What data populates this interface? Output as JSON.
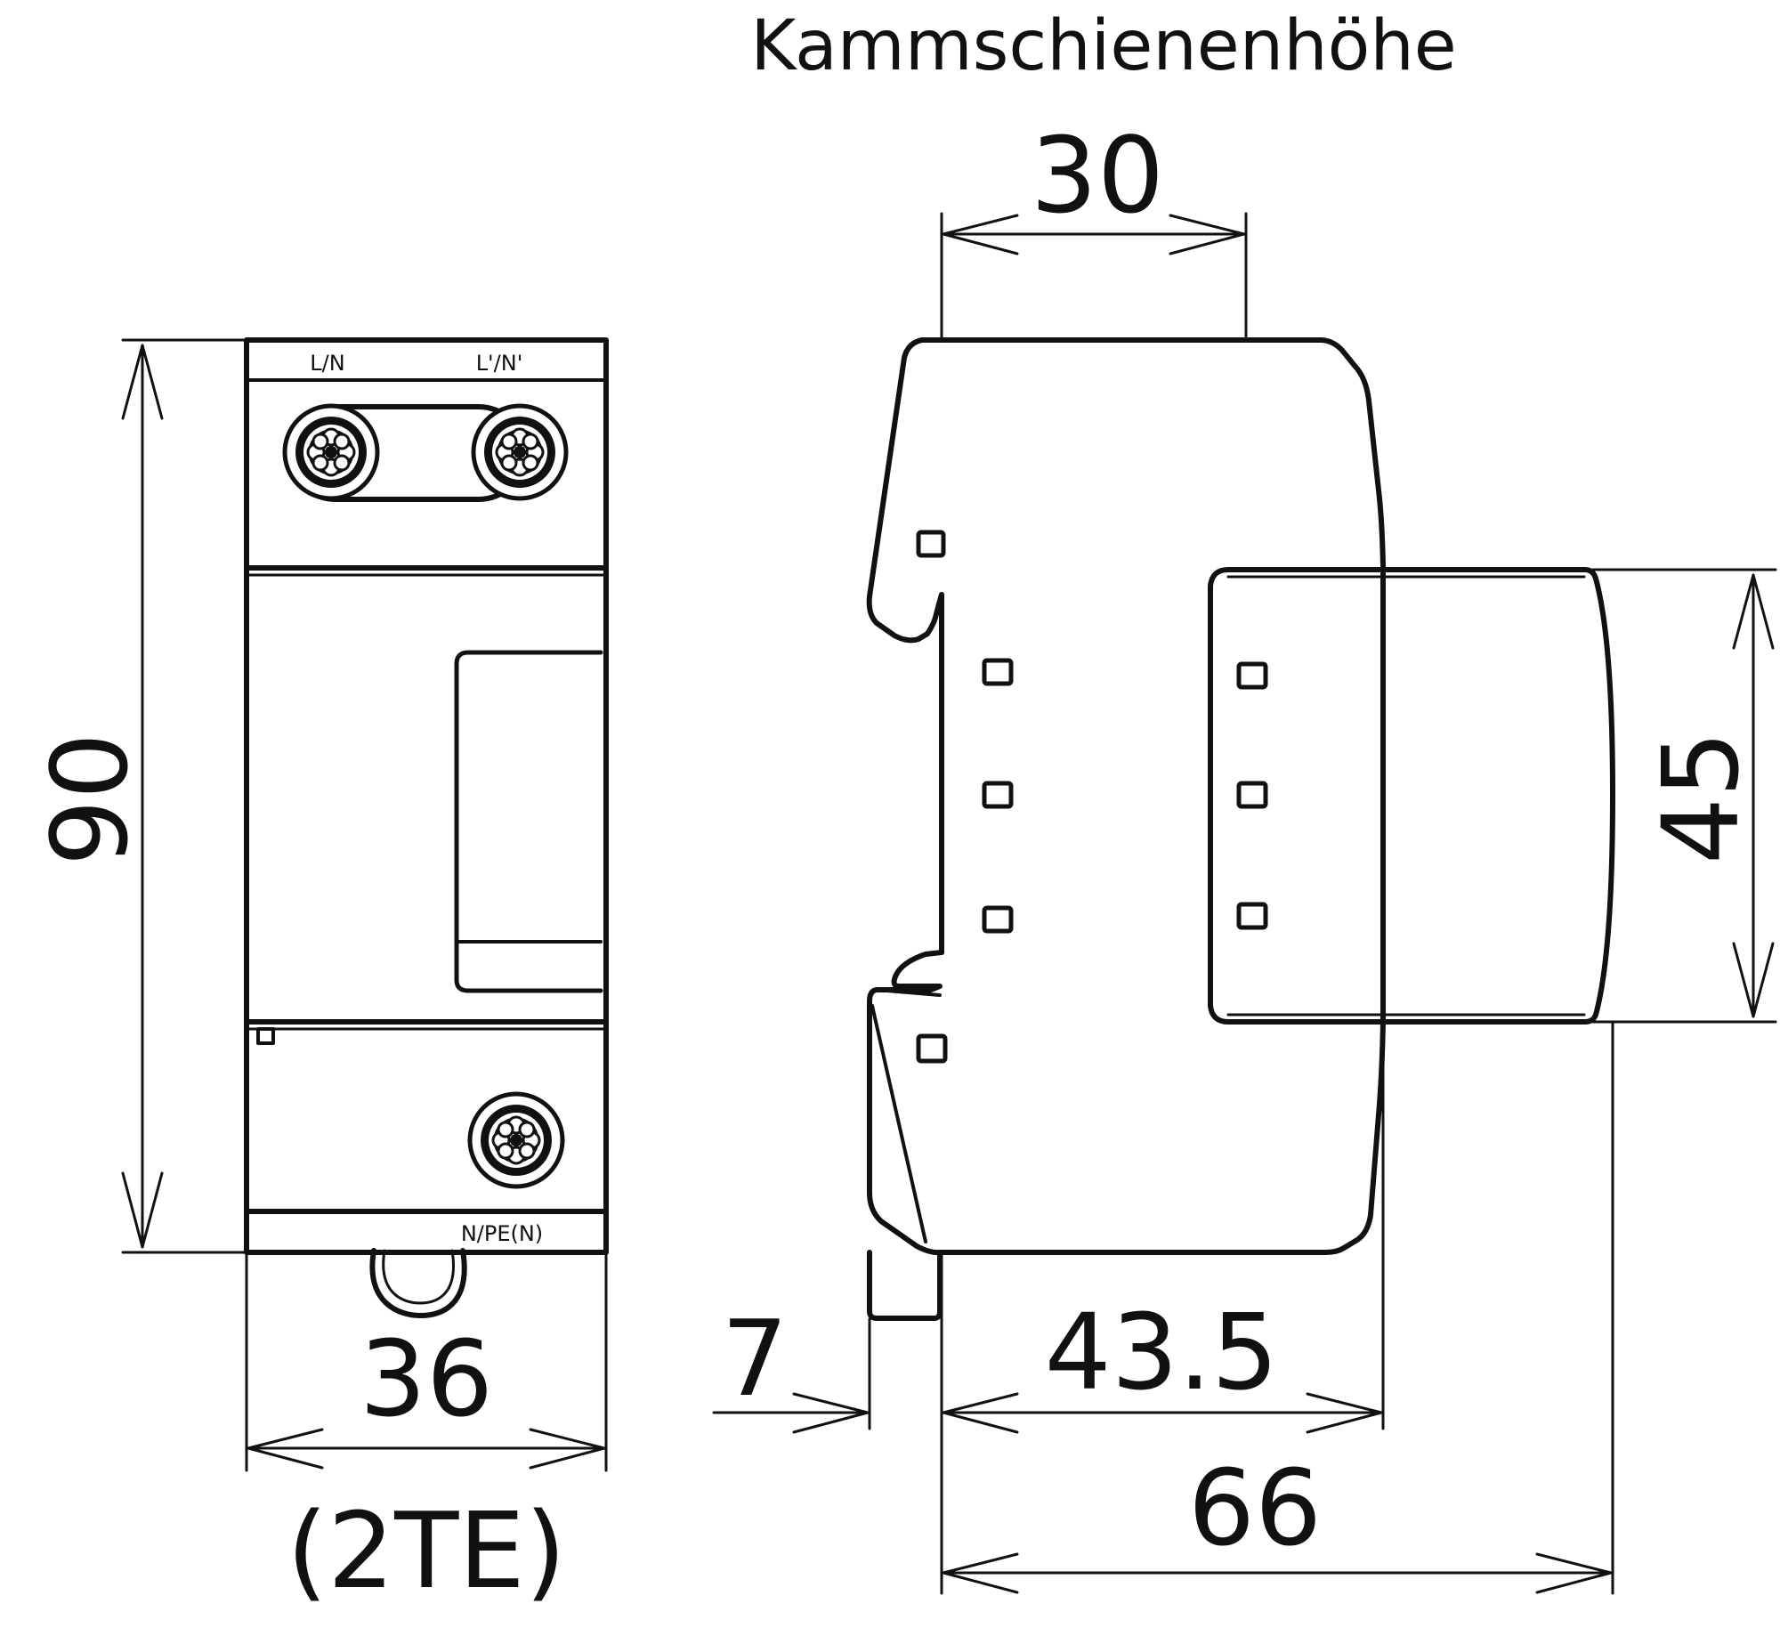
{
  "front_view": {
    "terminal_top_left_label": "L/N",
    "terminal_top_right_label": "L'/N'",
    "terminal_bottom_label": "N/PE(N)",
    "dim_height": "90",
    "dim_width": "36",
    "dim_width_note": "(2TE)"
  },
  "side_view": {
    "busbar_height_label": "Kammschienenhöhe",
    "dim_busbar": "30",
    "dim_cover_height": "45",
    "dim_rail_offset": "7",
    "dim_depth_body": "43.5",
    "dim_depth_total": "66"
  }
}
